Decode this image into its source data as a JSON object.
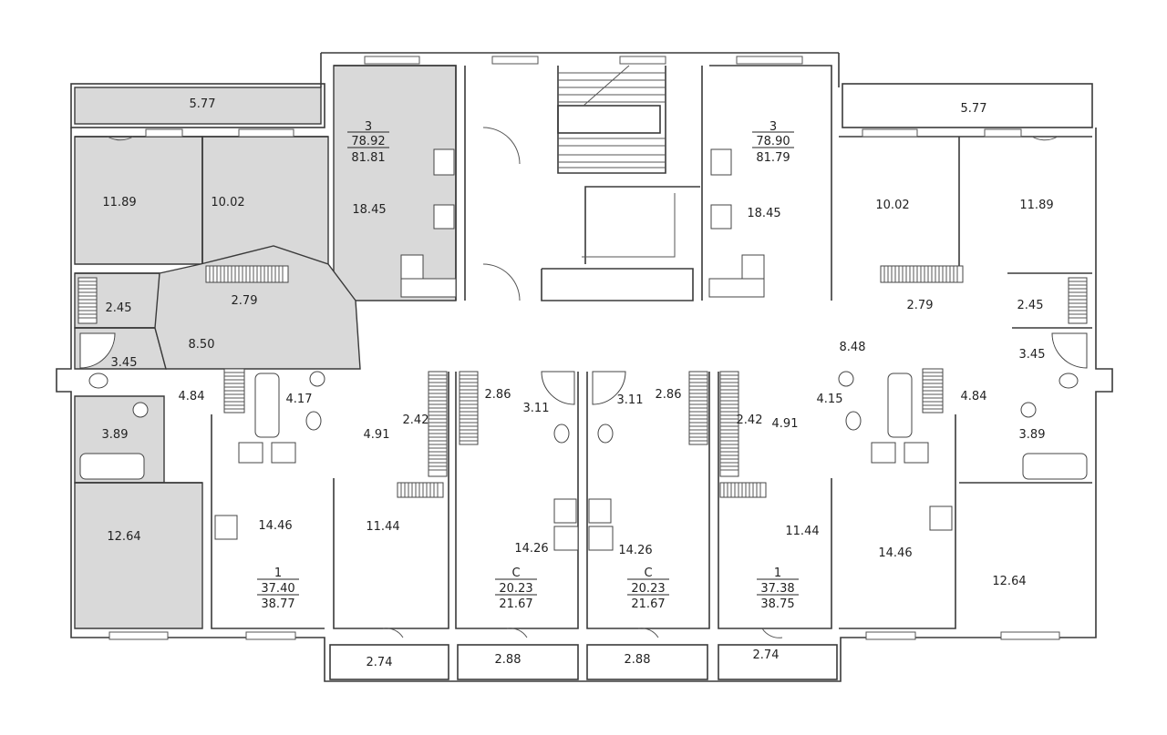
{
  "areas": {
    "left": {
      "balcony_top": "5.77",
      "room_a": "11.89",
      "room_b": "10.02",
      "closet_a": "2.45",
      "closet_b": "2.79",
      "hall": "8.50",
      "bath_a": "3.45",
      "hall_b": "4.84",
      "bath_b": "3.89",
      "room_c": "12.64",
      "kitchen_3": "18.45",
      "bath_1": "4.17",
      "corr_1": "4.91",
      "closet_1": "2.42",
      "kitchen_1": "14.46",
      "room_1": "11.44",
      "balc_1": "2.74",
      "s_corr": "2.86",
      "s_bath": "3.11",
      "s_room": "14.26",
      "s_balc": "2.88"
    },
    "right": {
      "balcony_top": "5.77",
      "room_a": "11.89",
      "room_b": "10.02",
      "closet_a": "2.45",
      "closet_b": "2.79",
      "hall": "8.48",
      "bath_a": "3.45",
      "hall_b": "4.84",
      "bath_b": "3.89",
      "room_c": "12.64",
      "kitchen_3": "18.45",
      "bath_1": "4.15",
      "corr_1": "4.91",
      "closet_1": "2.42",
      "kitchen_1": "14.46",
      "room_1": "11.44",
      "balc_1": "2.74",
      "s_corr": "2.86",
      "s_bath": "3.11",
      "s_room": "14.26",
      "s_balc": "2.88"
    }
  },
  "apartments": {
    "apt3_left": {
      "rooms": "3",
      "living": "78.92",
      "total": "81.81"
    },
    "apt3_right": {
      "rooms": "3",
      "living": "78.90",
      "total": "81.79"
    },
    "apt1_left": {
      "rooms": "1",
      "living": "37.40",
      "total": "38.77"
    },
    "apt1_right": {
      "rooms": "1",
      "living": "37.38",
      "total": "38.75"
    },
    "studio_left": {
      "rooms": "С",
      "living": "20.23",
      "total": "21.67"
    },
    "studio_right": {
      "rooms": "С",
      "living": "20.23",
      "total": "21.67"
    }
  },
  "colors": {
    "wall": "#3a3a3a",
    "shade": "#d9d9d9"
  },
  "icons": [
    "stove-icon",
    "sink-icon",
    "bathtub-icon",
    "toilet-icon",
    "shower-icon",
    "fridge-icon"
  ]
}
